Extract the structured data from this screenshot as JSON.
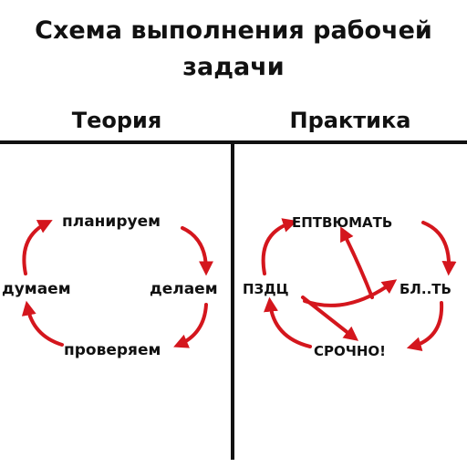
{
  "title_line1": "Схема выполнения рабочей",
  "title_line2": "задачи",
  "left": {
    "heading": "Теория",
    "steps": [
      "планируем",
      "делаем",
      "проверяем",
      "думаем"
    ]
  },
  "right": {
    "heading": "Практика",
    "steps": [
      "ЕПТВЮМАТЬ",
      "БЛ..ТЬ",
      "СРОЧНО!",
      "ПЗДЦ"
    ]
  },
  "colors": {
    "arrow": "#d4161d",
    "line": "#111111"
  }
}
